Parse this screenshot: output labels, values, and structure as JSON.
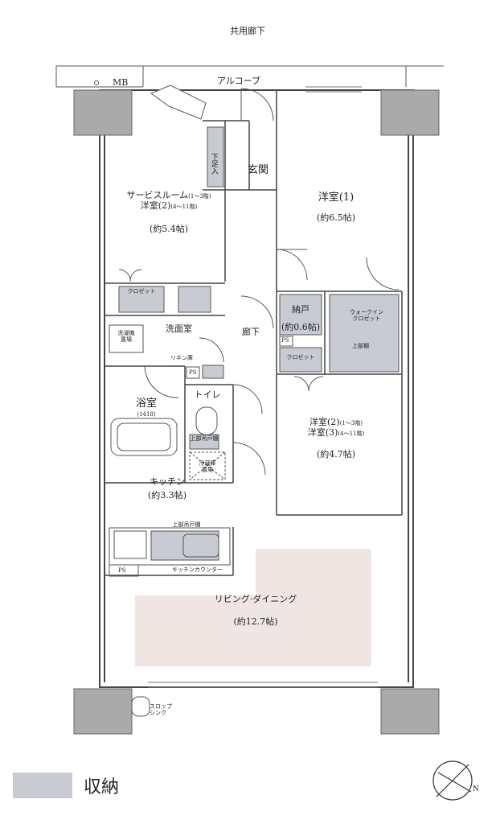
{
  "corridor": "共用廊下",
  "mb": "MB",
  "alcove": "アルコーブ",
  "entrance": "玄関",
  "shoe_storage": "下足入",
  "service_room": {
    "line1": "サービスルーム",
    "line1_note": "(1〜3階)",
    "line2": "洋室(2)",
    "line2_note": "(4〜11階)",
    "area": "(約5.4帖)"
  },
  "closet1": "クロゼット",
  "washing_machine": {
    "line1": "洗濯機",
    "line2": "置場"
  },
  "washroom": "洗面室",
  "linen": "リネン庫",
  "ps": "PS",
  "bath": {
    "name": "浴室",
    "size": "(1418)"
  },
  "toilet": "トイレ",
  "upper_cabinet1": "上部吊戸棚",
  "fridge": {
    "line1": "冷蔵庫",
    "line2": "置場"
  },
  "kitchen": {
    "name": "キッチン",
    "area": "(約3.3帖)"
  },
  "upper_cabinet2": "上部吊戸棚",
  "kitchen_counter": "キッチンカウンター",
  "hallway": "廊下",
  "storeroom": {
    "name": "納戸",
    "area": "(約0.6帖)"
  },
  "closet2": "クロゼット",
  "walkin": {
    "line1": "ウォークイン",
    "line2": "クロゼット"
  },
  "upper_shelf": "上部棚",
  "western1": {
    "name": "洋室(1)",
    "area": "(約6.5帖)"
  },
  "western23": {
    "line1": "洋室(2)",
    "line1_note": "(1〜3階)",
    "line2": "洋室(3)",
    "line2_note": "(4〜11階)",
    "area": "(約4.7帖)"
  },
  "living": {
    "name": "リビング·ダイニング",
    "area": "(約12.7帖)"
  },
  "slop_sink": {
    "line1": "スロップ",
    "line2": "シンク"
  },
  "legend": {
    "label": "収納",
    "color": "#c8ccd2"
  },
  "compass": "N",
  "colors": {
    "storage": "#c8ccd2",
    "living_fill": "#efe6e4",
    "pillar": "#aaaaaa"
  }
}
